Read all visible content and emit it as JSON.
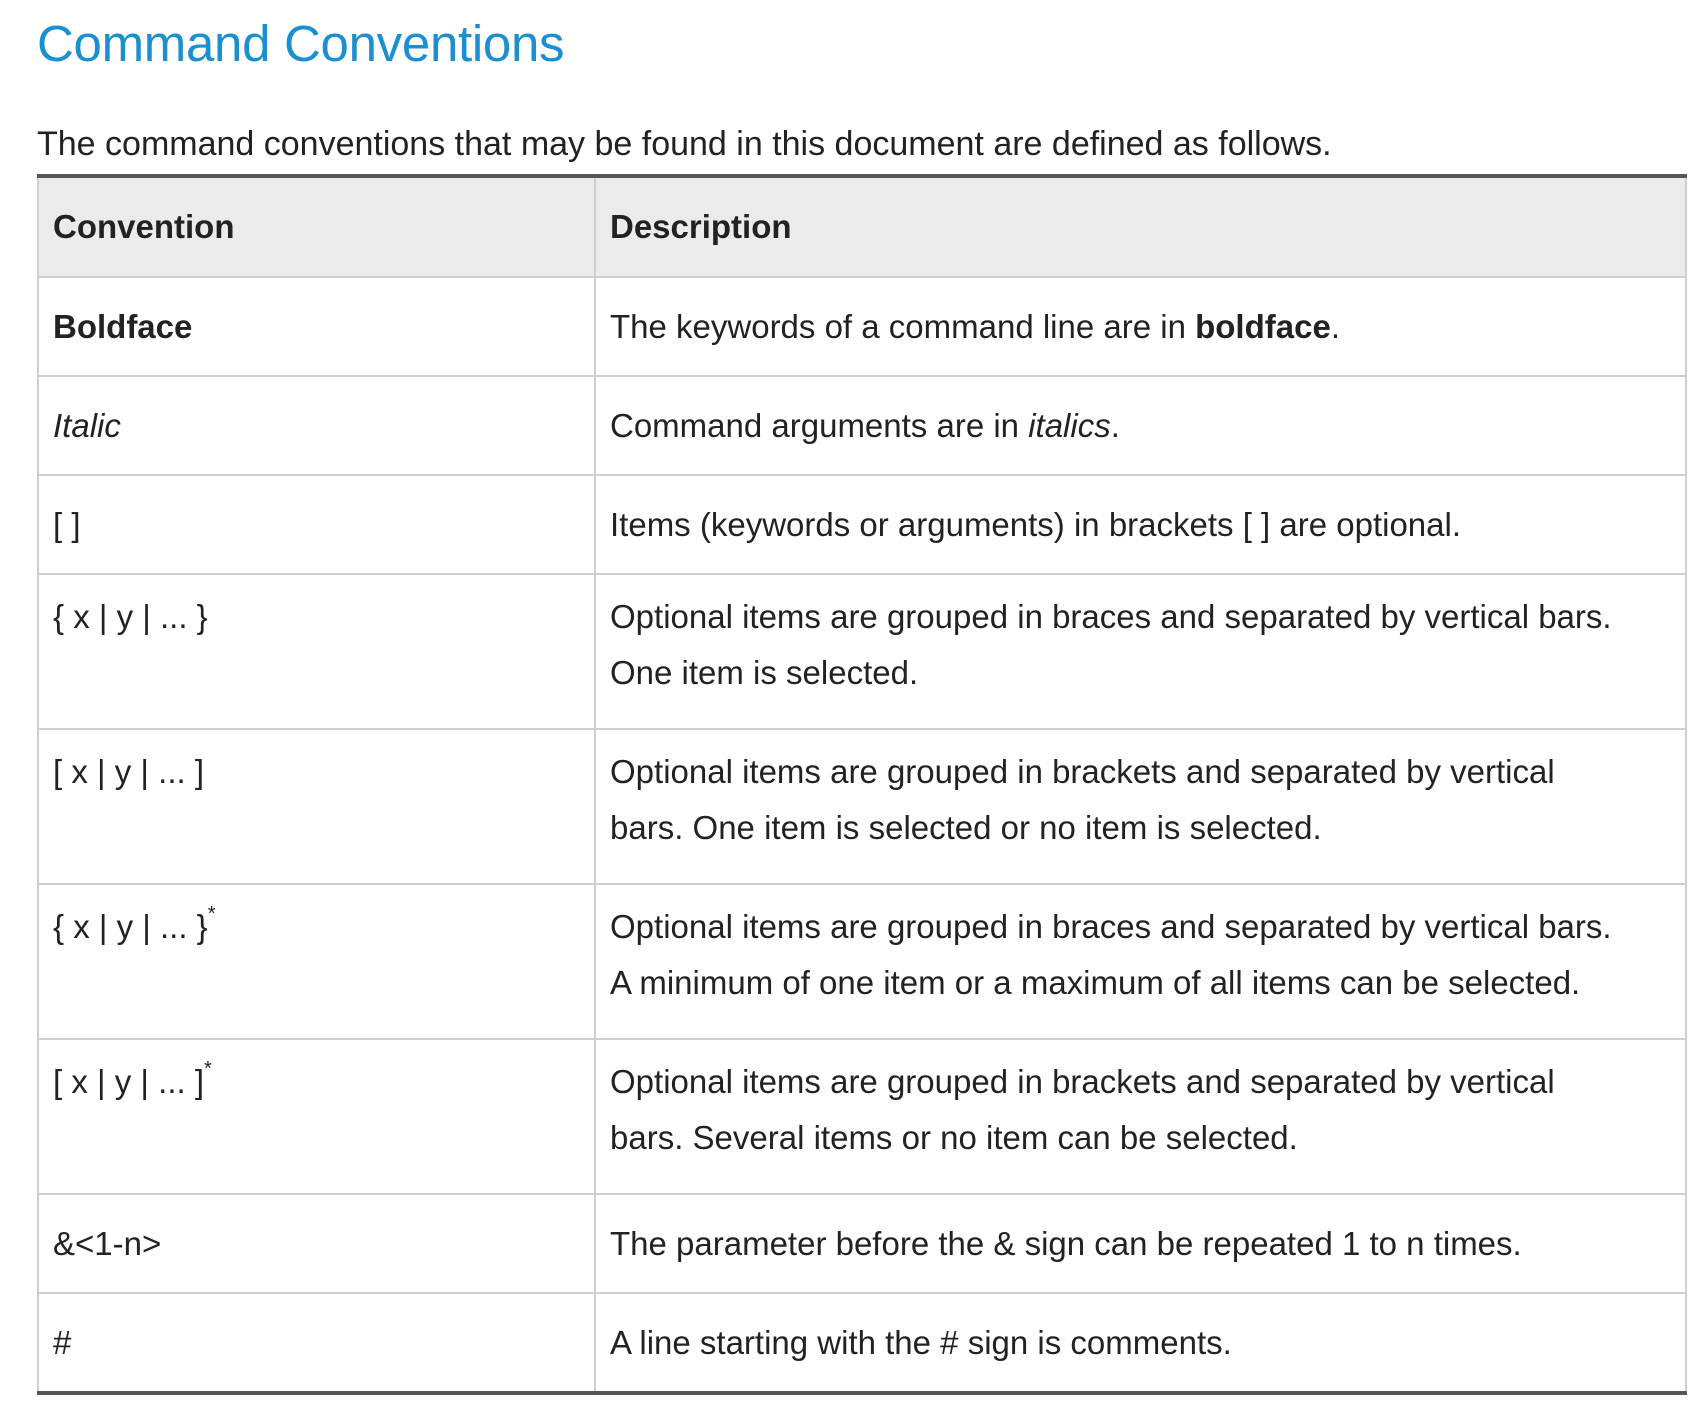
{
  "title": "Command Conventions",
  "intro": "The command conventions that may be found in this document are defined as follows.",
  "table": {
    "headers": {
      "convention": "Convention",
      "description": "Description"
    },
    "rows": [
      {
        "convention": "Boldface",
        "description_before": "The keywords of a command line are in ",
        "description_emphasis": "boldface",
        "description_after": "."
      },
      {
        "convention": "Italic",
        "description_before": "Command arguments are in ",
        "description_emphasis": "italics",
        "description_after": "."
      },
      {
        "convention": "[ ]",
        "description": "Items (keywords or arguments) in brackets [ ] are optional."
      },
      {
        "convention": "{ x | y | ... }",
        "description_line1": "Optional items are grouped in braces and separated by vertical bars.",
        "description_line2": "One item is selected."
      },
      {
        "convention": "[ x | y | ... ]",
        "description_line1": "Optional items are grouped in brackets and separated by vertical",
        "description_line2": "bars. One item is selected or no item is selected."
      },
      {
        "convention": "{ x | y | ... }",
        "superscript": "*",
        "description_line1": "Optional items are grouped in braces and separated by vertical bars.",
        "description_line2": "A minimum of one item or a maximum of all items can be selected."
      },
      {
        "convention": "[ x | y | ... ]",
        "superscript": "*",
        "description_line1": "Optional items are grouped in brackets and separated by vertical",
        "description_line2": "bars. Several items or no item can be selected."
      },
      {
        "convention": "&<1-n>",
        "description": "The parameter before the & sign can be repeated 1 to n times."
      },
      {
        "convention": "#",
        "description": "A line starting with the # sign is comments."
      }
    ]
  },
  "colors": {
    "title": "#1a8fd1",
    "text": "#222222",
    "header_bg": "#ebebeb",
    "rule": "#555555",
    "grid": "#cfcfcf"
  }
}
